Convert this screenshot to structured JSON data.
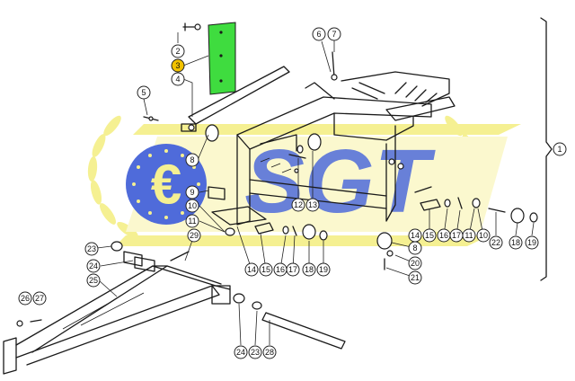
{
  "colors": {
    "highlight_part": "#3fdc3f",
    "highlight_callout": "#f2c200",
    "watermark_yellow": "#f4ef86",
    "watermark_blue": "#3b5bd6"
  },
  "watermark": {
    "text": "€SGT"
  },
  "bracket_label": "1",
  "callouts": [
    {
      "id": "c2",
      "label": "2"
    },
    {
      "id": "c3",
      "label": "3",
      "highlight": true
    },
    {
      "id": "c4",
      "label": "4"
    },
    {
      "id": "c5",
      "label": "5"
    },
    {
      "id": "c6",
      "label": "6"
    },
    {
      "id": "c7",
      "label": "7"
    },
    {
      "id": "c8a",
      "label": "8"
    },
    {
      "id": "c9",
      "label": "9"
    },
    {
      "id": "c10a",
      "label": "10"
    },
    {
      "id": "c11a",
      "label": "11"
    },
    {
      "id": "c12",
      "label": "12"
    },
    {
      "id": "c13",
      "label": "13"
    },
    {
      "id": "c29",
      "label": "29"
    },
    {
      "id": "c23a",
      "label": "23"
    },
    {
      "id": "c24a",
      "label": "24"
    },
    {
      "id": "c25",
      "label": "25"
    },
    {
      "id": "c26",
      "label": "26"
    },
    {
      "id": "c27",
      "label": "27"
    },
    {
      "id": "c14a",
      "label": "14"
    },
    {
      "id": "c15a",
      "label": "15"
    },
    {
      "id": "c16a",
      "label": "16"
    },
    {
      "id": "c17a",
      "label": "17"
    },
    {
      "id": "c18a",
      "label": "18"
    },
    {
      "id": "c19a",
      "label": "19"
    },
    {
      "id": "c24b",
      "label": "24"
    },
    {
      "id": "c23b",
      "label": "23"
    },
    {
      "id": "c28",
      "label": "28"
    },
    {
      "id": "c14b",
      "label": "14"
    },
    {
      "id": "c15b",
      "label": "15"
    },
    {
      "id": "c16b",
      "label": "16"
    },
    {
      "id": "c17b",
      "label": "17"
    },
    {
      "id": "c11b",
      "label": "11"
    },
    {
      "id": "c10b",
      "label": "10"
    },
    {
      "id": "c8b",
      "label": "8"
    },
    {
      "id": "c20",
      "label": "20"
    },
    {
      "id": "c21",
      "label": "21"
    },
    {
      "id": "c22",
      "label": "22"
    },
    {
      "id": "c18b",
      "label": "18"
    },
    {
      "id": "c19b",
      "label": "19"
    }
  ]
}
